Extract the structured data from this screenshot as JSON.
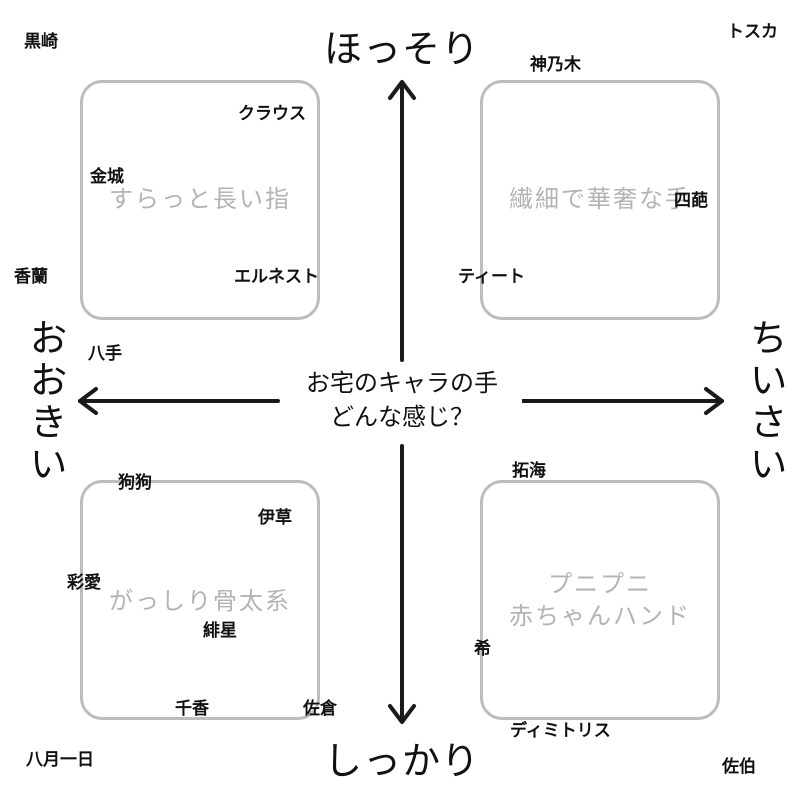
{
  "center_title": {
    "line1": "お宅のキャラの手",
    "line2": "どんな感じ？"
  },
  "axes": {
    "top": "ほっそり",
    "bottom": "しっかり",
    "left": "おおきい",
    "right": "ちいさい"
  },
  "quadrants": {
    "top_left": "すらっと長い指",
    "top_right": "繊細で華奢な手",
    "bottom_left": "がっしり骨太系",
    "bottom_right_line1": "プニプニ",
    "bottom_right_line2": "赤ちゃんハンド"
  },
  "characters": {
    "kurosaki": "黒崎",
    "tosca": "トスカ",
    "kamiyagi": "神乃木",
    "clausu": "クラウス",
    "kinjo": "金城",
    "shihana": "四葩",
    "kouran": "香蘭",
    "ernest": "エルネスト",
    "tito": "ティート",
    "hatte": "八手",
    "takumi": "拓海",
    "kuku": "狗狗",
    "ikusa": "伊草",
    "saiai": "彩愛",
    "hisei": "緋星",
    "nozomi": "希",
    "chika": "千香",
    "sakura_sagura": "佐倉",
    "dimitris": "ディミトリス",
    "hachigatsu": "八月一日",
    "saeki": "佐伯"
  }
}
